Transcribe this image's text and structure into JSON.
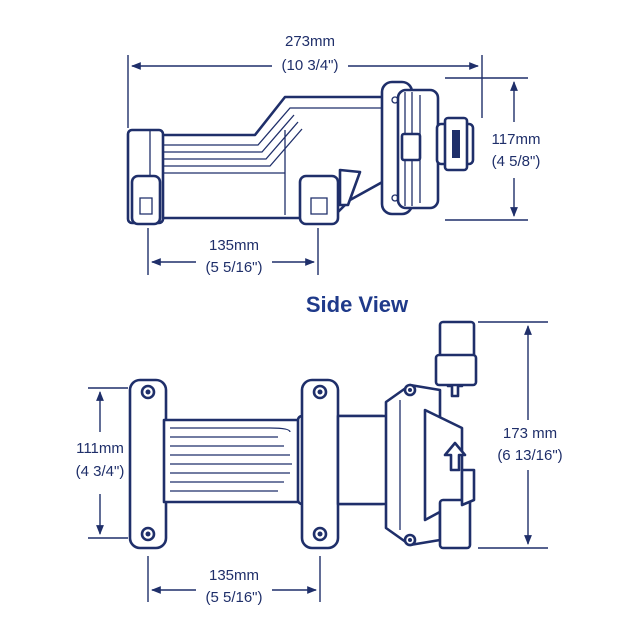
{
  "colors": {
    "ink": "#1f2f6a",
    "title": "#1f3a8a",
    "background": "#ffffff"
  },
  "side_view": {
    "title": "Side View",
    "overall_length": {
      "metric": "273mm",
      "imperial": "(10 3/4\")"
    },
    "height": {
      "metric": "117mm",
      "imperial": "(4 5/8\")"
    },
    "mount_spacing": {
      "metric": "135mm",
      "imperial": "(5 5/16\")"
    }
  },
  "top_view": {
    "width": {
      "metric": "111mm",
      "imperial": "(4 3/4\")"
    },
    "overall_height": {
      "metric": "173 mm",
      "imperial": "(6 13/16\")"
    },
    "mount_spacing": {
      "metric": "135mm",
      "imperial": "(5 5/16\")"
    }
  }
}
